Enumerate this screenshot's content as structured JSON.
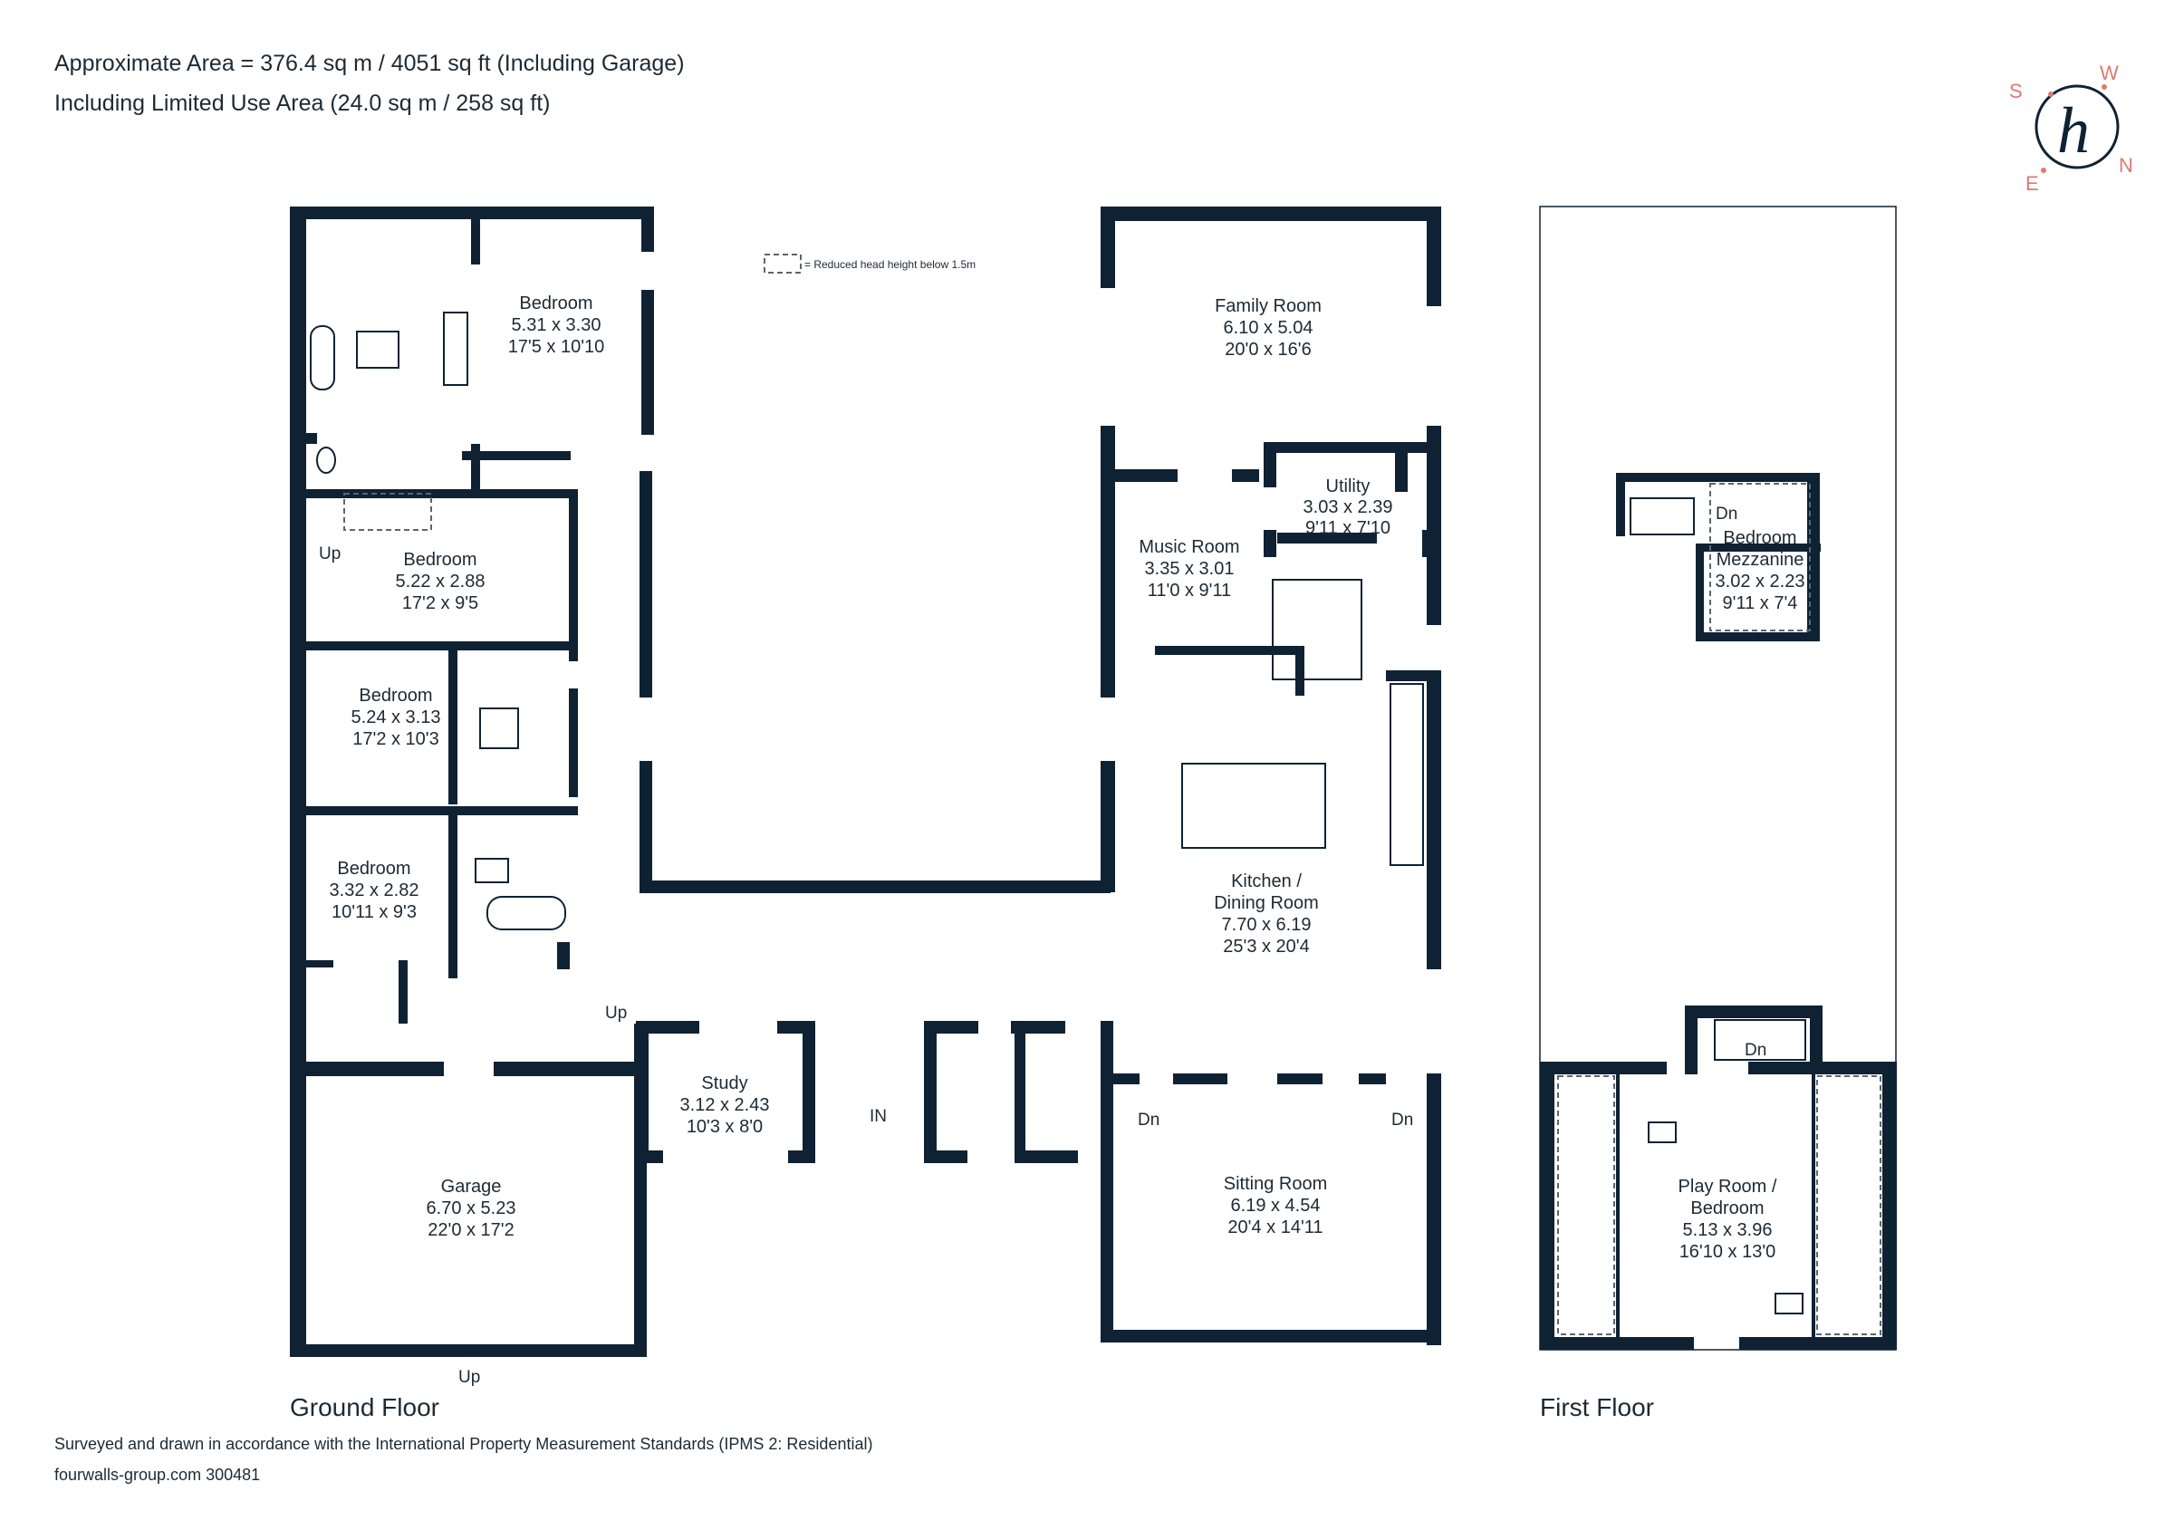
{
  "header": {
    "line1": "Approximate Area = 376.4 sq m / 4051 sq ft (Including Garage)",
    "line2": "Including Limited Use Area (24.0 sq m / 258 sq ft)"
  },
  "legend": {
    "text": "= Reduced head height below 1.5m"
  },
  "compass": {
    "s": "S",
    "w": "W",
    "e": "E",
    "n": "N",
    "logo": "h",
    "accent": "#e2786e"
  },
  "colors": {
    "wall": "#0f2233",
    "text": "#1c2a35"
  },
  "rooms": {
    "bedroom_a": {
      "name": "Bedroom",
      "metric": "5.31 x 3.30",
      "imperial": "17'5 x 10'10"
    },
    "bedroom_b": {
      "name": "Bedroom",
      "metric": "5.22 x 2.88",
      "imperial": "17'2 x 9'5"
    },
    "bedroom_c": {
      "name": "Bedroom",
      "metric": "5.24 x 3.13",
      "imperial": "17'2 x 10'3"
    },
    "bedroom_d": {
      "name": "Bedroom",
      "metric": "3.32 x 2.82",
      "imperial": "10'11 x 9'3"
    },
    "garage": {
      "name": "Garage",
      "metric": "6.70 x 5.23",
      "imperial": "22'0 x 17'2"
    },
    "study": {
      "name": "Study",
      "metric": "3.12 x 2.43",
      "imperial": "10'3 x 8'0"
    },
    "family": {
      "name": "Family Room",
      "metric": "6.10 x 5.04",
      "imperial": "20'0 x 16'6"
    },
    "utility": {
      "name": "Utility",
      "metric": "3.03 x 2.39",
      "imperial": "9'11 x 7'10"
    },
    "music": {
      "name": "Music Room",
      "metric": "3.35 x 3.01",
      "imperial": "11'0 x 9'11"
    },
    "kitchen": {
      "name1": "Kitchen /",
      "name2": "Dining Room",
      "metric": "7.70 x 6.19",
      "imperial": "25'3 x 20'4"
    },
    "sitting": {
      "name": "Sitting Room",
      "metric": "6.19 x 4.54",
      "imperial": "20'4 x 14'11"
    },
    "mezzanine": {
      "name1": "Bedroom",
      "name2": "Mezzanine",
      "metric": "3.02 x 2.23",
      "imperial": "9'11 x 7'4"
    },
    "playroom": {
      "name1": "Play Room /",
      "name2": "Bedroom",
      "metric": "5.13 x 3.96",
      "imperial": "16'10 x 13'0"
    }
  },
  "markers": {
    "up": "Up",
    "dn": "Dn",
    "in": "IN"
  },
  "floors": {
    "ground": "Ground Floor",
    "first": "First Floor"
  },
  "footer": {
    "line1": "Surveyed and drawn in accordance with the International Property Measurement Standards (IPMS 2: Residential)",
    "line2": "fourwalls-group.com 300481"
  }
}
